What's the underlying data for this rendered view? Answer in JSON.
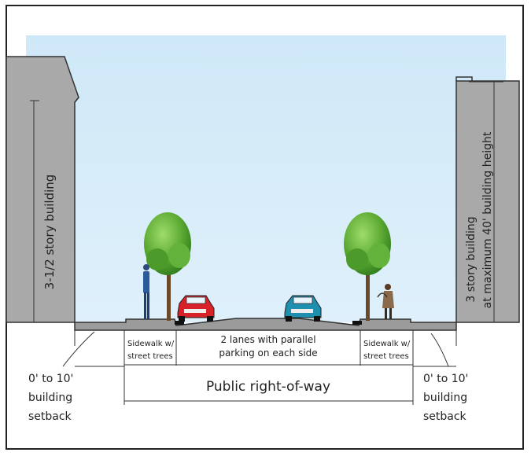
{
  "colors": {
    "sky_top": "#cfe8f7",
    "sky_bottom": "#d9eefb",
    "building": "#a9a9a9",
    "building_edge": "#333333",
    "ground": "#9b9b9b",
    "tree_canopy": "#5aa832",
    "tree_trunk": "#6b4a2a",
    "car_left": "#d8222a",
    "car_right": "#1f8fb0"
  },
  "labels": {
    "left_building": "3-1/2 story building",
    "right_building_line1": "3 story building",
    "right_building_line2": "at maximum 40' building height",
    "sidewalk_left_line1": "Sidewalk w/",
    "sidewalk_left_line2": "street trees",
    "lanes_line1": "2 lanes with parallel",
    "lanes_line2": "parking on each side",
    "sidewalk_right_line1": "Sidewalk w/",
    "sidewalk_right_line2": "street trees",
    "setback_left_line1": "0' to 10'",
    "setback_left_line2": "building",
    "setback_left_line3": "setback",
    "setback_right_line1": "0' to 10'",
    "setback_right_line2": "building",
    "setback_right_line3": "setback",
    "right_of_way": "Public right-of-way"
  },
  "icons": [
    "tree-icon",
    "pedestrian-icon",
    "car-icon"
  ]
}
